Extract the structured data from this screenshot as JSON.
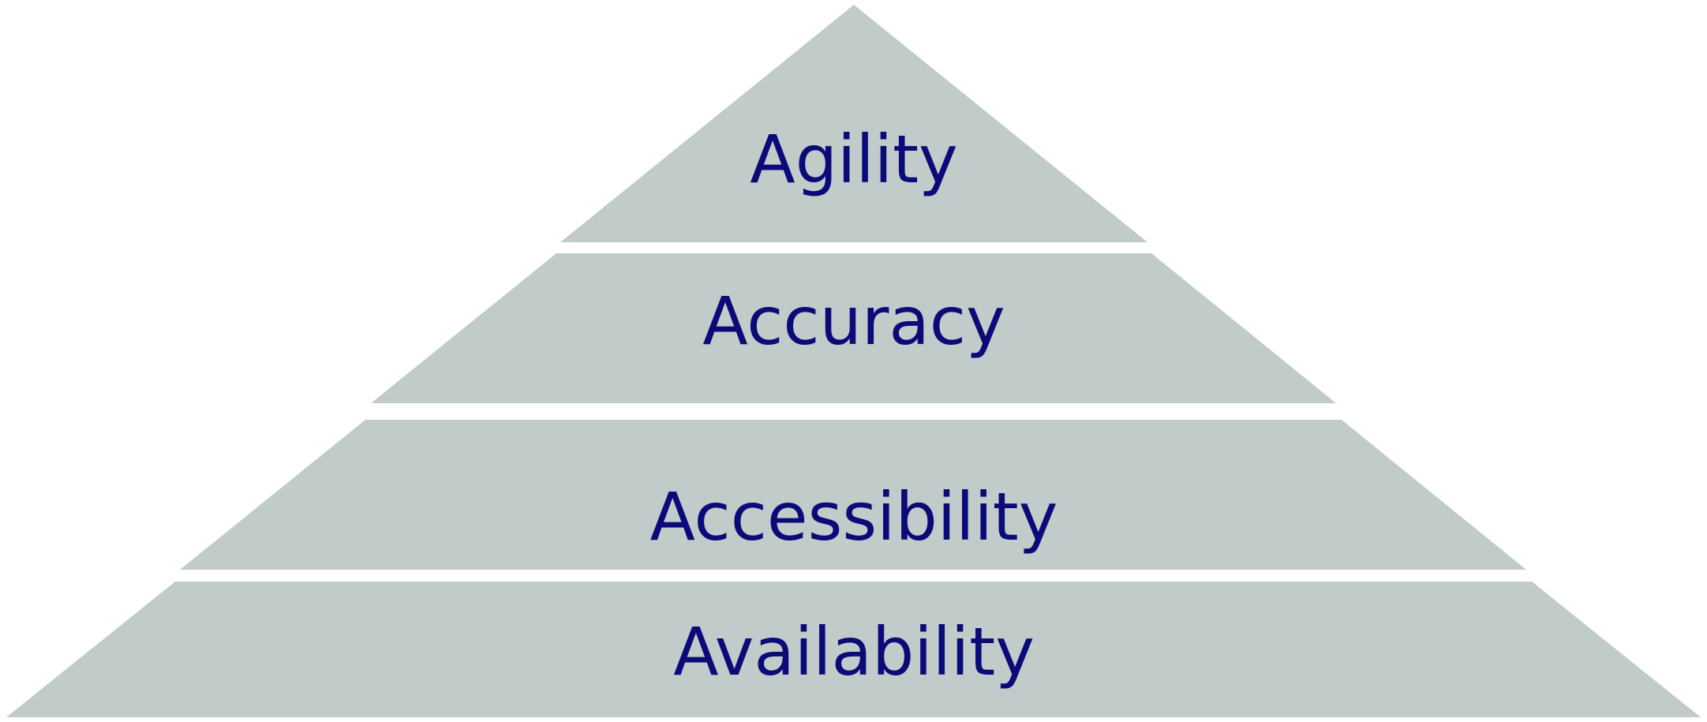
{
  "diagram": {
    "type": "pyramid",
    "tiers": [
      {
        "label": "Agility"
      },
      {
        "label": "Accuracy"
      },
      {
        "label": "Accessibility"
      },
      {
        "label": "Availability"
      }
    ]
  },
  "colors": {
    "tier_fill": "#c1cbca",
    "label_text": "#0a0a78",
    "background": "#ffffff"
  }
}
